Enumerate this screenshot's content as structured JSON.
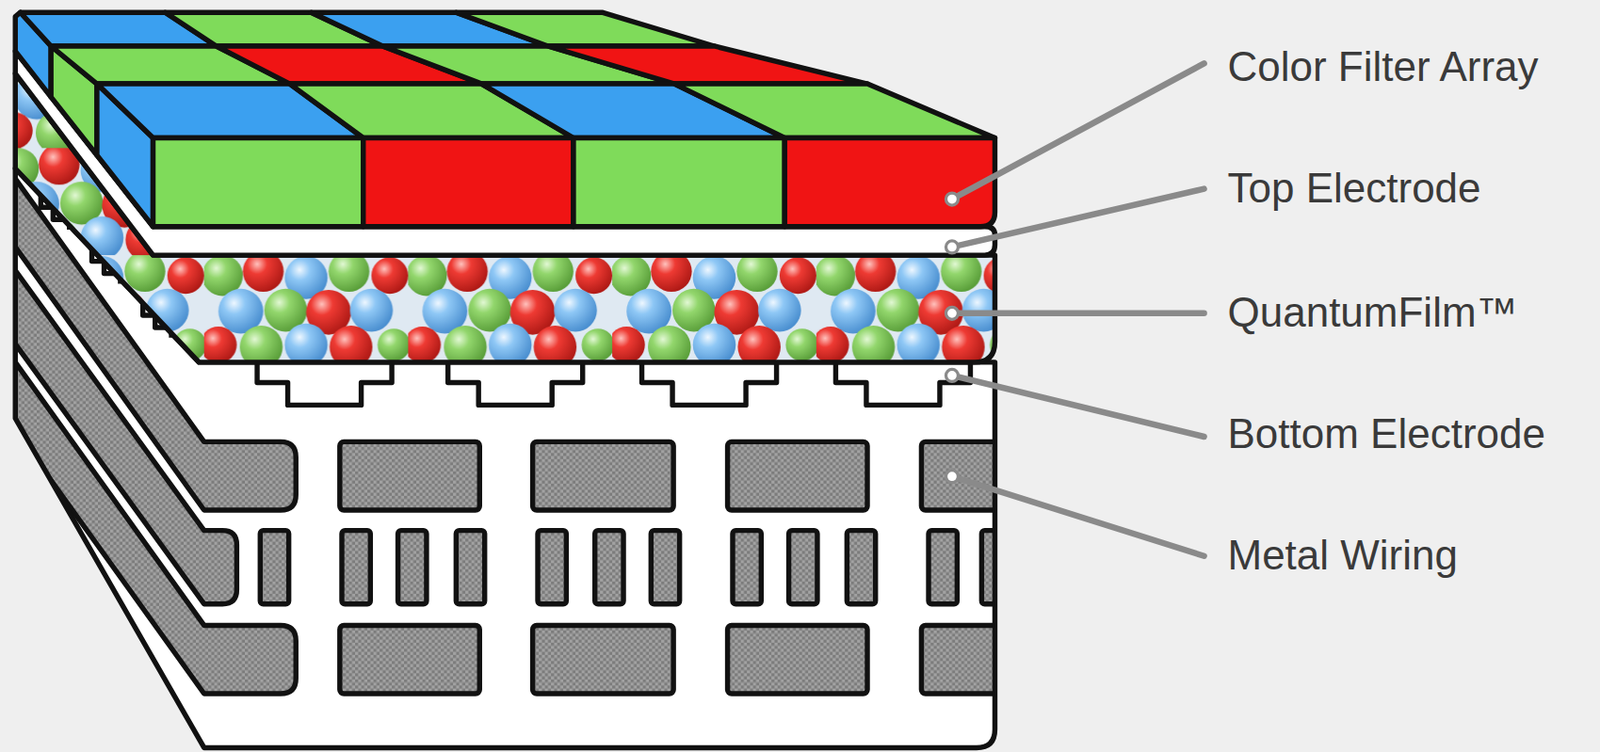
{
  "diagram": {
    "labels": [
      "Color Filter Array",
      "Top Electrode",
      "QuantumFilm™",
      "Bottom Electrode",
      "Metal Wiring"
    ]
  }
}
